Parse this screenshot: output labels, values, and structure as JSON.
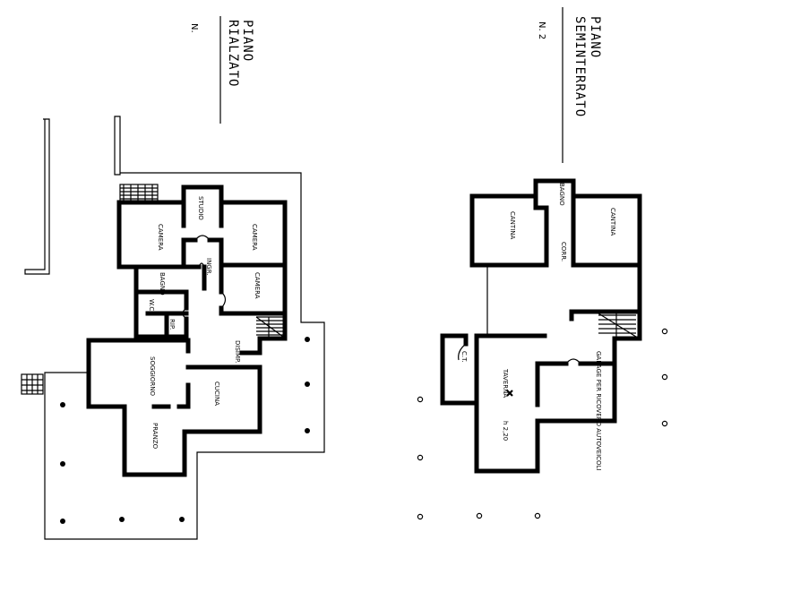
{
  "ground_floor": {
    "title_line1": "PIANO",
    "title_line2": "RIALZATO",
    "sheet_no": "N.",
    "rooms": {
      "studio": "STUDIO",
      "camera_a": "CAMERA",
      "camera_b": "CAMERA",
      "ingr": "INGR.",
      "bagno": "BAGNO",
      "camera_c": "CAMERA",
      "wc": "W.C.",
      "rip": "RIP.",
      "disimp": "DISIMP.",
      "soggiorno": "SOGGIORNO",
      "cucina": "CUCINA",
      "pranzo": "PRANZO"
    }
  },
  "basement": {
    "title_line1": "PIANO",
    "title_line2": "SEMINTERRATO",
    "sheet_no": "N. 2",
    "rooms": {
      "bagno": "BAGNO",
      "cantina_a": "CANTINA",
      "cantina_b": "CANTINA",
      "corr": "CORR.",
      "cent": "C.T.",
      "taverna": "TAVERNA",
      "height": "h 2,20",
      "garage": "GARAGE PER RICOVERO AUTOVEICOLI"
    }
  }
}
